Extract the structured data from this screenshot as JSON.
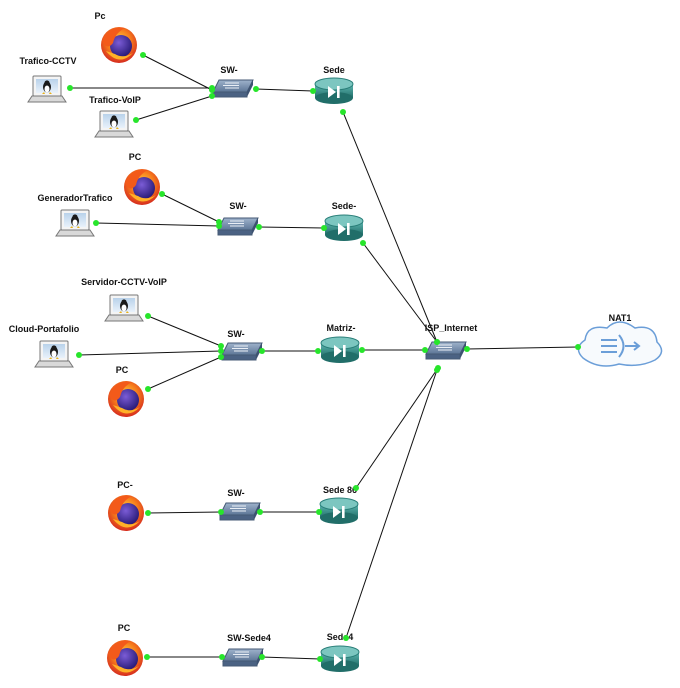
{
  "topology": {
    "nodes": {
      "pc_1": {
        "label": "Pc",
        "type": "firefox-vpcs"
      },
      "trafico_cctv": {
        "label": "Trafico-CCTV",
        "type": "linux-host"
      },
      "trafico_voip": {
        "label": "Trafico-VoIP",
        "type": "linux-host"
      },
      "sw_1": {
        "label": "SW-",
        "type": "switch"
      },
      "sede_1": {
        "label": "Sede",
        "type": "router"
      },
      "pc_2": {
        "label": "PC",
        "type": "firefox-vpcs"
      },
      "generador": {
        "label": "GeneradorTrafico",
        "type": "linux-host"
      },
      "sw_2": {
        "label": "SW-",
        "type": "switch"
      },
      "sede_2": {
        "label": "Sede-",
        "type": "router"
      },
      "servidor": {
        "label": "Servidor-CCTV-VoIP",
        "type": "linux-host"
      },
      "cloud": {
        "label": "Cloud-Portafolio",
        "type": "linux-host"
      },
      "sw_3": {
        "label": "SW-",
        "type": "switch"
      },
      "matriz": {
        "label": "Matriz-",
        "type": "router"
      },
      "pc_3": {
        "label": "PC",
        "type": "firefox-vpcs"
      },
      "isp": {
        "label": "ISP_Internet",
        "type": "switch"
      },
      "nat": {
        "label": "NAT1",
        "type": "nat-cloud"
      },
      "pc_4": {
        "label": "PC-",
        "type": "firefox-vpcs"
      },
      "sw_4": {
        "label": "SW-",
        "type": "switch"
      },
      "sede_3": {
        "label": "Sede 86",
        "type": "router"
      },
      "pc_5": {
        "label": "PC",
        "type": "firefox-vpcs"
      },
      "sw_5": {
        "label": "SW-Sede4",
        "type": "switch"
      },
      "sede_4": {
        "label": "Sede4",
        "type": "router"
      }
    },
    "links": [
      [
        "pc_1",
        "sw_1"
      ],
      [
        "trafico_cctv",
        "sw_1"
      ],
      [
        "trafico_voip",
        "sw_1"
      ],
      [
        "sw_1",
        "sede_1"
      ],
      [
        "sede_1",
        "isp"
      ],
      [
        "pc_2",
        "sw_2"
      ],
      [
        "generador",
        "sw_2"
      ],
      [
        "sw_2",
        "sede_2"
      ],
      [
        "sede_2",
        "isp"
      ],
      [
        "servidor",
        "sw_3"
      ],
      [
        "cloud",
        "sw_3"
      ],
      [
        "pc_3",
        "sw_3"
      ],
      [
        "sw_3",
        "matriz"
      ],
      [
        "matriz",
        "isp"
      ],
      [
        "isp",
        "nat"
      ],
      [
        "pc_4",
        "sw_4"
      ],
      [
        "sw_4",
        "sede_3"
      ],
      [
        "sede_3",
        "isp"
      ],
      [
        "pc_5",
        "sw_5"
      ],
      [
        "sw_5",
        "sede_4"
      ],
      [
        "sede_4",
        "isp"
      ]
    ],
    "colors": {
      "port": "#27e52b",
      "router": "#2f8f8a",
      "switch": "#6f87a6",
      "firefox_orange": "#f2711c",
      "firefox_purple": "#3b2a8f",
      "nat_cloud": "#6b9ed8"
    }
  }
}
